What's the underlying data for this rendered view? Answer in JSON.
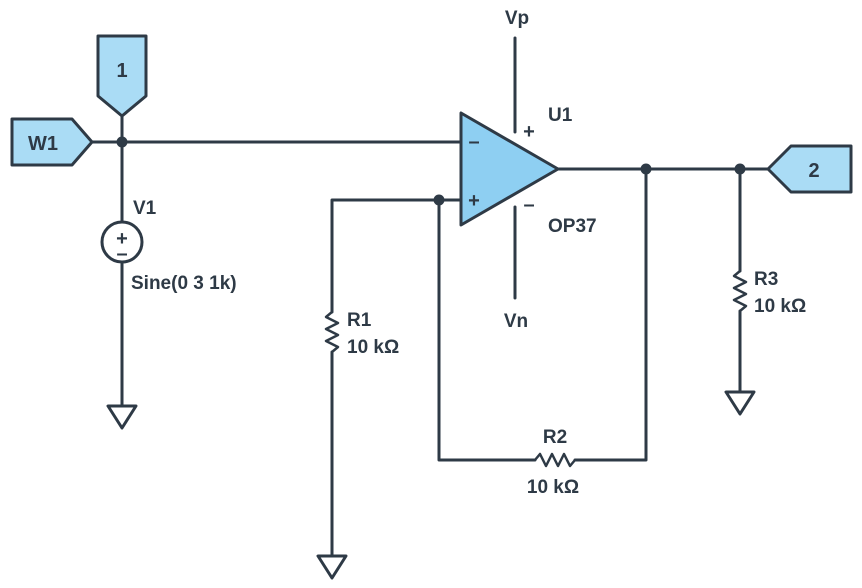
{
  "flags": {
    "top": "1",
    "left": "W1",
    "right": "2"
  },
  "opamp": {
    "ref": "U1",
    "model": "OP37",
    "supply_pos": "Vp",
    "supply_neg": "Vn",
    "inv_pin": "–",
    "noninv_pin": "+",
    "vp_pin": "+",
    "vn_pin": "–"
  },
  "source": {
    "ref": "V1",
    "value": "Sine(0 3 1k)",
    "plus_sign": "+",
    "minus_sign": "–"
  },
  "resistors": {
    "r1": {
      "ref": "R1",
      "value": "10 kΩ"
    },
    "r2": {
      "ref": "R2",
      "value": "10 kΩ"
    },
    "r3": {
      "ref": "R3",
      "value": "10 kΩ"
    }
  },
  "colors": {
    "wire": "#2e3a46",
    "opamp_fill": "#8ecff2",
    "flag_fill": "#aadcf5"
  }
}
